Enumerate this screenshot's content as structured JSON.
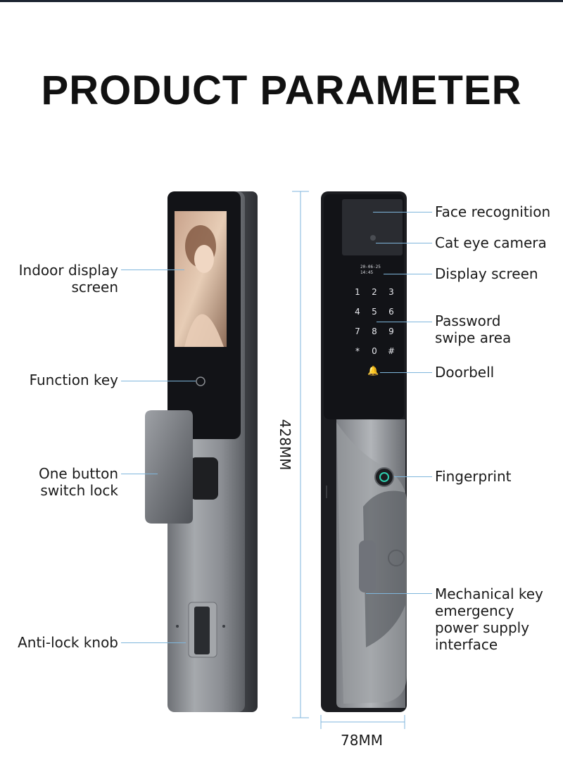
{
  "title": "PRODUCT PARAMETER",
  "left_labels": {
    "indoor_display": [
      "Indoor display",
      "screen"
    ],
    "function_key": "Function key",
    "one_button": [
      "One button",
      "switch lock"
    ],
    "anti_lock": "Anti-lock knob"
  },
  "right_labels": {
    "face_recognition": "Face recognition",
    "cat_eye_camera": "Cat eye camera",
    "display_screen": "Display screen",
    "password": [
      "Password",
      "swipe area"
    ],
    "doorbell": "Doorbell",
    "fingerprint": "Fingerprint",
    "mechanical_key": [
      "Mechanical key",
      "emergency",
      "power supply",
      "interface"
    ]
  },
  "dimensions": {
    "height": "428MM",
    "width": "78MM"
  },
  "keypad": {
    "keys": [
      "1",
      "2",
      "3",
      "4",
      "5",
      "6",
      "7",
      "8",
      "9",
      "*",
      "0",
      "#"
    ],
    "mini_screen_lines": [
      "20-06-25",
      "14:45"
    ]
  },
  "colors": {
    "callout": "#7fb6dc",
    "body_metal": "#8a8d92",
    "panel_black": "#121317"
  }
}
